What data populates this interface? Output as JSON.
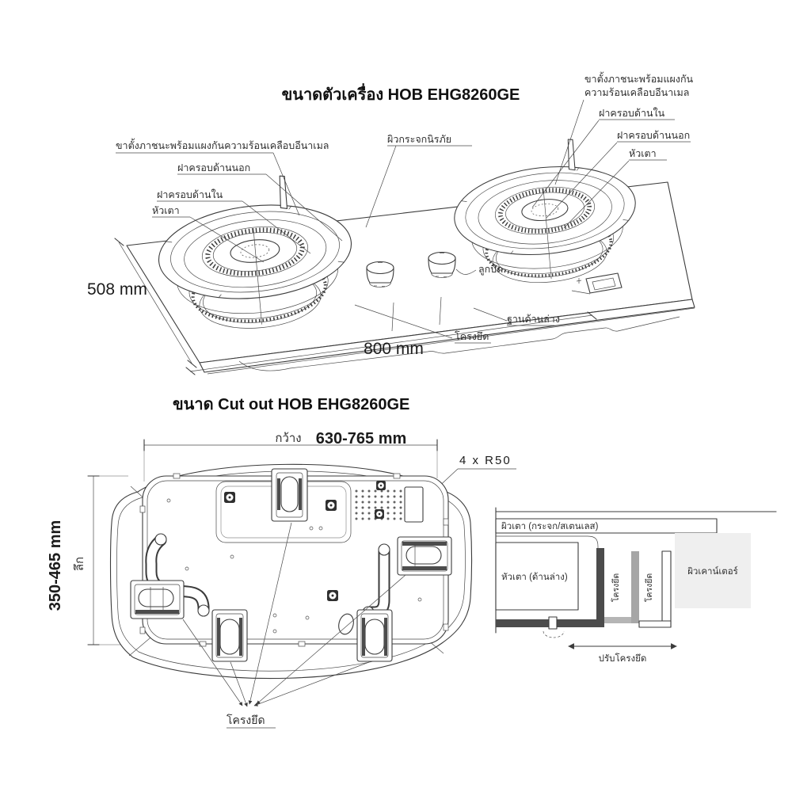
{
  "colors": {
    "ink": "#3b3b3b",
    "label_text": "#2f2f2f",
    "dark_bracket_bar": "#4c4c4c",
    "mid_bracket_bar": "#a6a6a6",
    "light_bracket_foot": "#b5b5b5",
    "counter_fill": "#efefef",
    "background": "#ffffff"
  },
  "machine": {
    "title": "ขนาดตัวเครื่อง HOB EHG8260GE",
    "dim_depth": "508 mm",
    "dim_width": "800 mm",
    "label_pan_support_full": "ขาตั้งภาชนะพร้อมแผงกันความร้อนเคลือบอีนาเมล",
    "label_pan_support_l1": "ขาตั้งภาชนะพร้อมแผงกัน",
    "label_pan_support_l2": "ความร้อนเคลือบอีนาเมล",
    "label_outer_cap": "ฝาครอบด้านนอก",
    "label_inner_cap": "ฝาครอบด้านใน",
    "label_burner_head": "หัวเตา",
    "label_glass": "ผิวกระจกนิรภัย",
    "label_knob": "ลูกบิด",
    "label_base": "ฐานด้านล่าง",
    "label_bracket": "โครงยึด"
  },
  "cutout": {
    "title": "ขนาด Cut out HOB EHG8260GE",
    "width_prefix": "กว้าง",
    "width_value": "630-765 mm",
    "radius_note": "4 x R50",
    "depth_value": "350-465 mm",
    "depth_prefix": "ลึก",
    "label_bracket": "โครงยึด"
  },
  "section": {
    "label_surface": "ผิวเตา (กระจก/สเตนเลส)",
    "label_burner_bottom": "หัวเตา (ด้านล่าง)",
    "label_bracket_1": "โครงยึด",
    "label_bracket_2": "โครงยึด",
    "label_counter": "ผิวเคาน์เตอร์",
    "label_adjust": "ปรับโครงยึด"
  }
}
